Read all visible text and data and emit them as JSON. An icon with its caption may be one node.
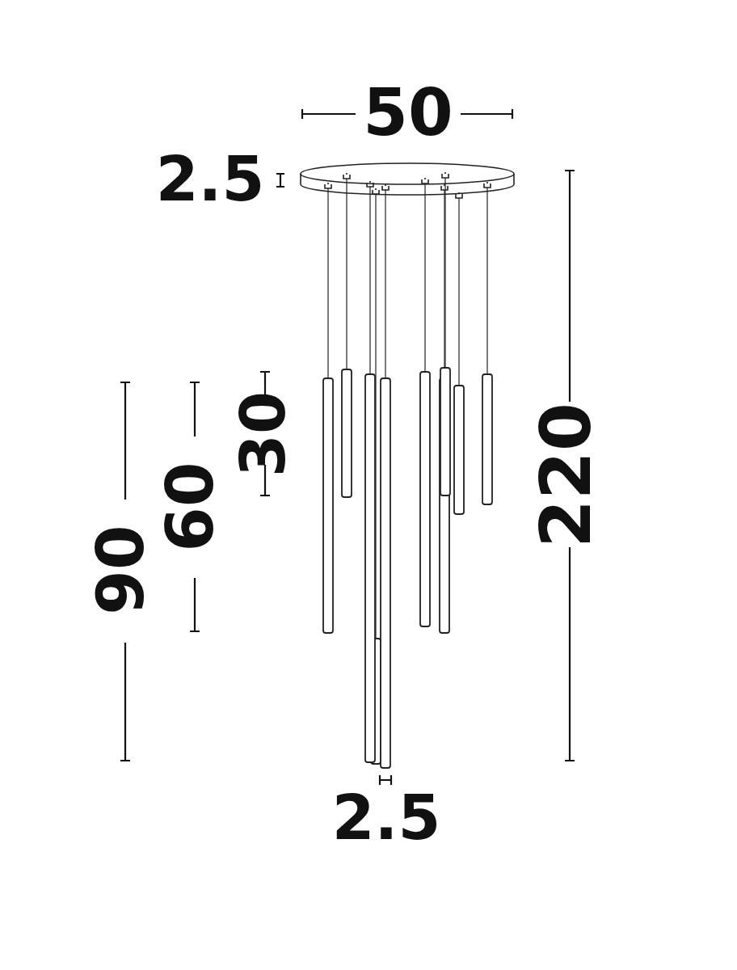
{
  "diagram": {
    "labels": [
      "50",
      "2.5",
      "90",
      "60",
      "30",
      "220",
      "2.5"
    ]
  }
}
